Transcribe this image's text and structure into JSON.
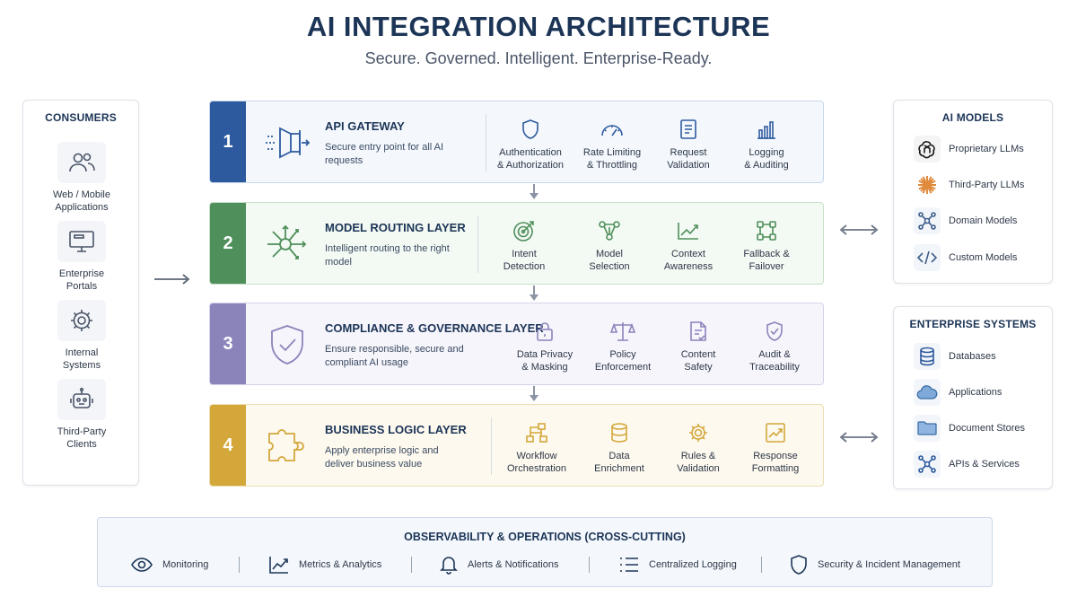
{
  "header": {
    "title": "AI INTEGRATION ARCHITECTURE",
    "subtitle": "Secure. Governed. Intelligent. Enterprise-Ready."
  },
  "consumers": {
    "title": "CONSUMERS",
    "items": [
      {
        "label": "Web / Mobile\nApplications",
        "icon": "users-icon"
      },
      {
        "label": "Enterprise\nPortals",
        "icon": "monitor-icon"
      },
      {
        "label": "Internal\nSystems",
        "icon": "gear-icon"
      },
      {
        "label": "Third-Party\nClients",
        "icon": "robot-icon"
      }
    ]
  },
  "layers": [
    {
      "number": "1",
      "title": "API GATEWAY",
      "description": "Secure entry point for all AI requests",
      "icon": "gateway-icon",
      "features": [
        {
          "label": "Authentication\n& Authorization",
          "icon": "shield-icon"
        },
        {
          "label": "Rate Limiting\n& Throttling",
          "icon": "gauge-icon"
        },
        {
          "label": "Request\nValidation",
          "icon": "document-icon"
        },
        {
          "label": "Logging\n& Auditing",
          "icon": "bar-chart-icon"
        }
      ]
    },
    {
      "number": "2",
      "title": "MODEL ROUTING LAYER",
      "description": "Intelligent routing to the right model",
      "icon": "routing-hub-icon",
      "features": [
        {
          "label": "Intent\nDetection",
          "icon": "target-icon"
        },
        {
          "label": "Model\nSelection",
          "icon": "nodes-icon"
        },
        {
          "label": "Context\nAwareness",
          "icon": "line-chart-icon"
        },
        {
          "label": "Fallback &\nFailover",
          "icon": "failover-icon"
        }
      ]
    },
    {
      "number": "3",
      "title": "COMPLIANCE & GOVERNANCE LAYER",
      "description": "Ensure responsible, secure and compliant AI usage",
      "icon": "shield-check-icon",
      "features": [
        {
          "label": "Data Privacy\n& Masking",
          "icon": "lock-icon"
        },
        {
          "label": "Policy\nEnforcement",
          "icon": "scales-icon"
        },
        {
          "label": "Content\nSafety",
          "icon": "document-check-icon"
        },
        {
          "label": "Audit &\nTraceability",
          "icon": "shield-check-small-icon"
        }
      ]
    },
    {
      "number": "4",
      "title": "BUSINESS LOGIC LAYER",
      "description": "Apply enterprise logic and deliver business value",
      "icon": "puzzle-icon",
      "features": [
        {
          "label": "Workflow\nOrchestration",
          "icon": "workflow-icon"
        },
        {
          "label": "Data\nEnrichment",
          "icon": "database-icon"
        },
        {
          "label": "Rules &\nValidation",
          "icon": "gear-icon"
        },
        {
          "label": "Response\nFormatting",
          "icon": "chart-frame-icon"
        }
      ]
    }
  ],
  "ai_models": {
    "title": "AI MODELS",
    "items": [
      {
        "label": "Proprietary LLMs",
        "icon": "openai-logo-icon"
      },
      {
        "label": "Third-Party LLMs",
        "icon": "sunburst-icon"
      },
      {
        "label": "Domain Models",
        "icon": "network-icon"
      },
      {
        "label": "Custom Models",
        "icon": "code-icon"
      }
    ]
  },
  "enterprise_systems": {
    "title": "ENTERPRISE SYSTEMS",
    "items": [
      {
        "label": "Databases",
        "icon": "database-icon"
      },
      {
        "label": "Applications",
        "icon": "cloud-icon"
      },
      {
        "label": "Document Stores",
        "icon": "folder-icon"
      },
      {
        "label": "APIs & Services",
        "icon": "network-icon"
      }
    ]
  },
  "observability": {
    "title": "OBSERVABILITY & OPERATIONS (CROSS-CUTTING)",
    "items": [
      {
        "label": "Monitoring",
        "icon": "eye-icon"
      },
      {
        "label": "Metrics & Analytics",
        "icon": "line-chart-icon"
      },
      {
        "label": "Alerts & Notifications",
        "icon": "bell-icon"
      },
      {
        "label": "Centralized Logging",
        "icon": "list-icon"
      },
      {
        "label": "Security & Incident Management",
        "icon": "shield-icon"
      }
    ]
  },
  "colors": {
    "layer1": "#2d5a9e",
    "layer2": "#4f8f5b",
    "layer3": "#8a84bb",
    "layer4": "#d4a73b",
    "title": "#1c3557"
  }
}
